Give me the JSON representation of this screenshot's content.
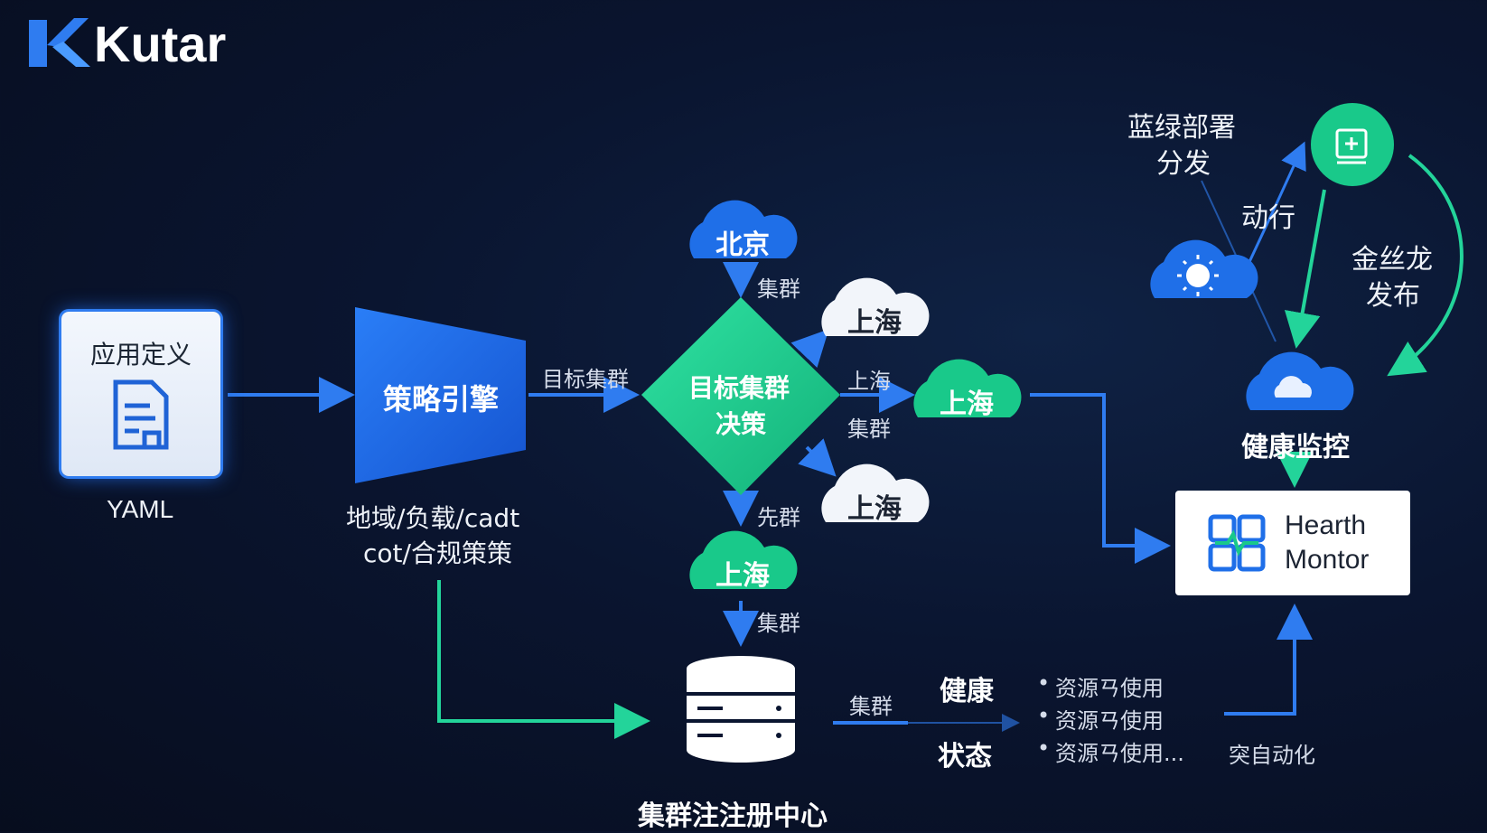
{
  "logo": {
    "text": "Kutar",
    "colors": {
      "accent": "#2f7cf0"
    }
  },
  "app_def": {
    "title": "应用定义",
    "caption": "YAML",
    "icon": "document-icon"
  },
  "policy_engine": {
    "title": "策略引擎",
    "caption_line1": "地域/负载/cadt",
    "caption_line2": "cot/合规策策"
  },
  "edge_labels": {
    "target_cluster": "目标集群",
    "cluster_top": "集群",
    "shanghai_mid": "上海",
    "cluster_mid": "集群",
    "xian_cluster": "先群",
    "cluster_bottom": "集群",
    "cluster_right": "集群",
    "automation": "突自动化"
  },
  "decision": {
    "line1": "目标集群",
    "line2": "决策"
  },
  "clouds": {
    "beijing": "北京",
    "shanghai_top": "上海",
    "shanghai_right": "上海",
    "shanghai_lower": "上海",
    "shanghai_bottom": "上海"
  },
  "registry": {
    "title": "集群注注册中心"
  },
  "status": {
    "health": "健康",
    "state": "状态",
    "bullets": [
      "资源ㄢ使用",
      "资源ㄢ使用",
      "资源ㄢ使用..."
    ]
  },
  "deploy": {
    "blue_green_line1": "蓝绿部署",
    "blue_green_line2": "分发",
    "rolling": "动行",
    "canary_line1": "金丝龙",
    "canary_line2": "发布",
    "health_monitor": "健康监控"
  },
  "health_box": {
    "line1": "Hearth",
    "line2": "Montor"
  },
  "colors": {
    "blue": "#1f6fe8",
    "green": "#19c98a",
    "arrow_blue": "#2f7cf0",
    "arrow_green": "#23d49a"
  }
}
